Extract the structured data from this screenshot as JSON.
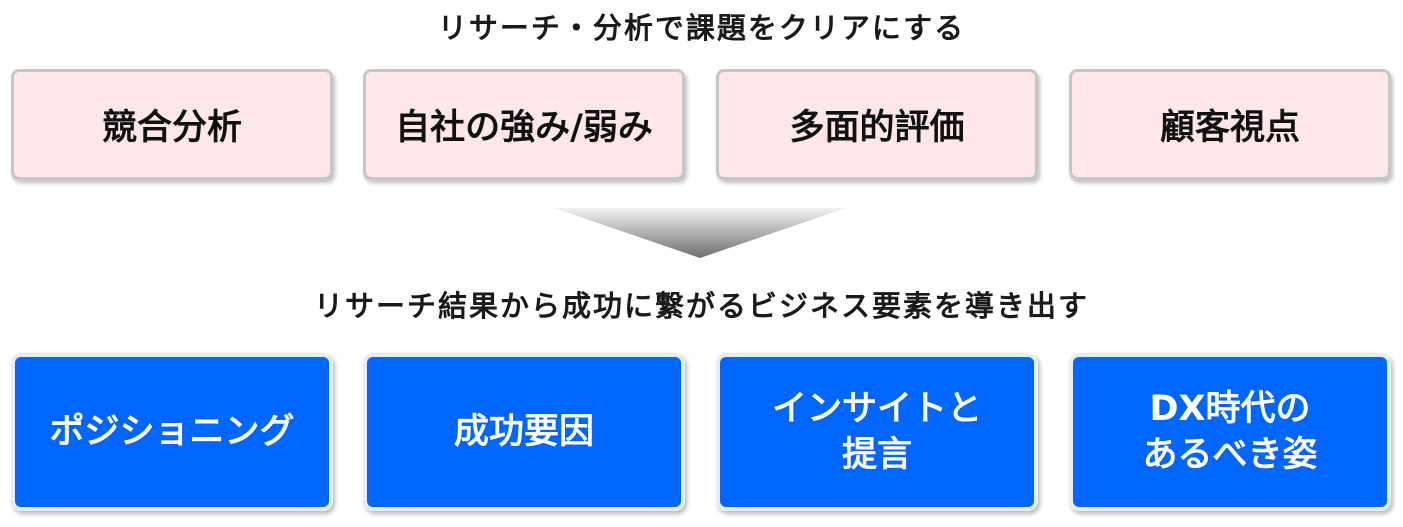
{
  "top_section": {
    "heading": "リサーチ・分析で課題をクリアにする",
    "items": [
      {
        "label": "競合分析"
      },
      {
        "label": "自社の強み/弱み"
      },
      {
        "label": "多面的評価"
      },
      {
        "label": "顧客視点"
      }
    ]
  },
  "bottom_section": {
    "heading": "リサーチ結果から成功に繋がるビジネス要素を導き出す",
    "items": [
      {
        "label": "ポジショニング"
      },
      {
        "label": "成功要因"
      },
      {
        "label": "インサイトと\n提言"
      },
      {
        "label": "DX時代の\nあるべき姿"
      }
    ]
  },
  "colors": {
    "top_card_fill": "#fde7e9",
    "top_card_border": "#c6c6c6",
    "bottom_card_fill": "#0066ff",
    "arrow_gradient_start": "#f2f2f2",
    "arrow_gradient_end": "#6e6e6e"
  },
  "icons": {
    "arrow": "downward-triangle-arrow"
  }
}
